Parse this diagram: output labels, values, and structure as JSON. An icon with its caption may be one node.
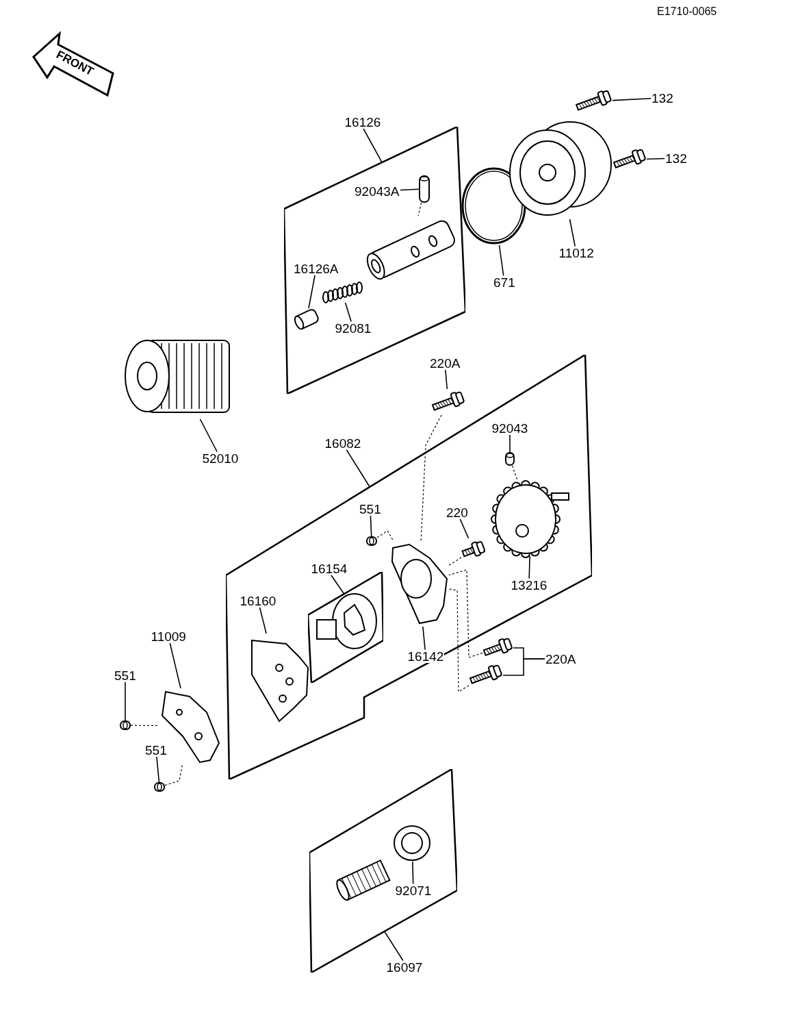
{
  "diagram": {
    "nodes": [
      {
        "text": [
          "16126"
        ]
      },
      {
        "text": [],
        "shape": "box"
      },
      {
        "text": [
          "92043A"
        ],
        "in": 1
      },
      {
        "text": [],
        "shape": "cylinder",
        "in": 1
      },
      {
        "text": [],
        "shape": "picture",
        "in": 1
      },
      {
        "text": [
          "16126A"
        ],
        "in": 1
      },
      {
        "text": [],
        "shape": "picture",
        "in": 1
      },
      {
        "text": [
          "92081"
        ],
        "in": 1
      },
      {
        "text": [],
        "shape": "picture",
        "in": 1
      },
      {
        "text": [
          "671"
        ]
      },
      {
        "text": [],
        "shape": "picture"
      },
      {
        "text": [
          "11012"
        ]
      },
      {
        "text": [],
        "shape": "picture"
      },
      {
        "text": [
          "132"
        ]
      },
      {
        "text": [],
        "shape": "picture"
      },
      {
        "text": [
          "132"
        ]
      },
      {
        "text": [],
        "shape": "picture"
      },
      {
        "text": [
          "52010"
        ]
      },
      {
        "text": [],
        "shape": "picture"
      },
      {
        "text": [
          "220A"
        ]
      },
      {
        "text": [],
        "shape": "picture"
      },
      {
        "text": [
          "16082"
        ]
      },
      {
        "text": [],
        "shape": "box"
      },
      {
        "text": [
          "92043"
        ],
        "in": 22
      },
      {
        "text": [],
        "shape": "cylinder",
        "in": 22
      },
      {
        "text": [],
        "shape": "picture",
        "in": 22
      },
      {
        "text": [
          "13216"
        ],
        "in": 22
      },
      {
        "text": [
          "551"
        ],
        "in": 22
      },
      {
        "text": [],
        "shape": "cylinder",
        "in": 22
      },
      {
        "text": [
          "220"
        ],
        "in": 22
      },
      {
        "text": [],
        "shape": "picture",
        "in": 22
      },
      {
        "text": [
          "16154"
        ],
        "in": 22
      },
      {
        "text": [],
        "shape": "box",
        "in": 22
      },
      {
        "text": [],
        "shape": "picture",
        "in": 32
      },
      {
        "text": [
          "16160"
        ],
        "in": 22
      },
      {
        "text": [],
        "shape": "picture",
        "in": 22
      },
      {
        "text": [
          "16142"
        ],
        "in": 22
      },
      {
        "text": [],
        "shape": "picture",
        "in": 22
      },
      {
        "text": [
          "220A"
        ]
      },
      {
        "text": [],
        "shape": "picture"
      },
      {
        "text": [],
        "shape": "picture"
      },
      {
        "text": [
          "11009"
        ]
      },
      {
        "text": [],
        "shape": "picture"
      },
      {
        "text": [
          "551"
        ]
      },
      {
        "text": [],
        "shape": "cylinder"
      },
      {
        "text": [
          "551"
        ]
      },
      {
        "text": [],
        "shape": "cylinder"
      },
      {
        "text": [
          "16097"
        ]
      },
      {
        "text": [],
        "shape": "box"
      },
      {
        "text": [],
        "shape": "picture",
        "in": 48
      },
      {
        "text": [],
        "shape": "picture",
        "in": 48
      },
      {
        "text": [
          "92071"
        ],
        "in": 48
      }
    ],
    "edges": [
      {
        "from": 0,
        "to": 1,
        "arrow": "none"
      },
      {
        "from": 2,
        "to": 3,
        "arrow": "none"
      },
      {
        "from": 5,
        "to": 6,
        "arrow": "none"
      },
      {
        "from": 7,
        "to": 8,
        "arrow": "none"
      },
      {
        "from": 9,
        "to": 10,
        "arrow": "none"
      },
      {
        "from": 11,
        "to": 12,
        "arrow": "none"
      },
      {
        "from": 13,
        "to": 14,
        "arrow": "none"
      },
      {
        "from": 15,
        "to": 16,
        "arrow": "none"
      },
      {
        "from": 17,
        "to": 18,
        "arrow": "none"
      },
      {
        "from": 19,
        "to": 20,
        "arrow": "none"
      },
      {
        "from": 21,
        "to": 22,
        "arrow": "none"
      },
      {
        "from": 23,
        "to": 24,
        "arrow": "none"
      },
      {
        "from": 26,
        "to": 25,
        "arrow": "none"
      },
      {
        "from": 27,
        "to": 28,
        "arrow": "none"
      },
      {
        "from": 29,
        "to": 30,
        "arrow": "none"
      },
      {
        "from": 31,
        "to": 32,
        "arrow": "none"
      },
      {
        "from": 34,
        "to": 35,
        "arrow": "none"
      },
      {
        "from": 36,
        "to": 37,
        "arrow": "none"
      },
      {
        "from": 38,
        "to": 39,
        "arrow": "none"
      },
      {
        "from": 38,
        "to": 40,
        "arrow": "none"
      },
      {
        "from": 41,
        "to": 42,
        "arrow": "none"
      },
      {
        "from": 43,
        "to": 44,
        "arrow": "none"
      },
      {
        "from": 45,
        "to": 46,
        "arrow": "none"
      },
      {
        "from": 47,
        "to": 48,
        "arrow": "none"
      },
      {
        "from": 51,
        "to": 50,
        "arrow": "none"
      },
      {
        "from": 3,
        "to": 4,
        "arrow": "none",
        "style": "dashed"
      },
      {
        "from": 24,
        "to": 25,
        "arrow": "none",
        "style": "dashed"
      },
      {
        "from": 20,
        "to": 37,
        "arrow": "none",
        "style": "dashed"
      },
      {
        "from": 30,
        "to": 37,
        "arrow": "none",
        "style": "dashed"
      },
      {
        "from": 28,
        "to": 37,
        "arrow": "none",
        "style": "dashed"
      },
      {
        "from": 39,
        "to": 37,
        "arrow": "none",
        "style": "dashed"
      },
      {
        "from": 40,
        "to": 37,
        "arrow": "none",
        "style": "dashed"
      },
      {
        "from": 44,
        "to": 42,
        "arrow": "none",
        "style": "dashed"
      },
      {
        "from": 46,
        "to": 42,
        "arrow": "none",
        "style": "dashed"
      }
    ],
    "labels": [
      "E1710-0065",
      "FRONT"
    ]
  }
}
